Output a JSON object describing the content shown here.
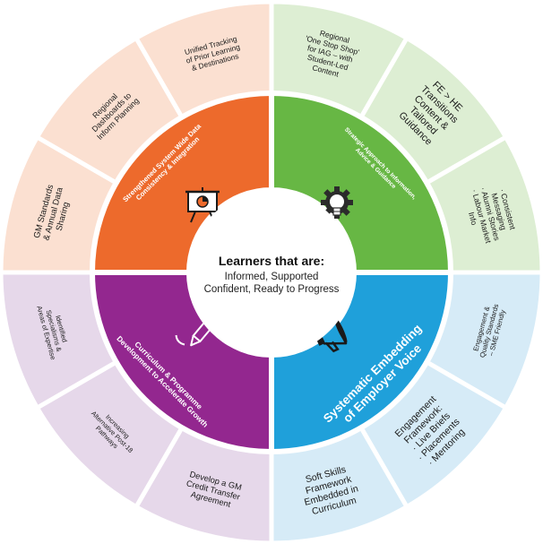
{
  "center": {
    "title": "Learners that are:",
    "lines": [
      "Informed, Supported",
      "Confident, Ready to Progress"
    ]
  },
  "quadrants": [
    {
      "id": "data",
      "title_lines": [
        "Strengthened System Wide Data",
        "Consistency & Integration"
      ],
      "icon": "presentation-board-icon",
      "color": "#ed6a2c",
      "outer_color": "#fbe0d1",
      "items": [
        {
          "lines": [
            "GM Standards",
            "& Annual Data",
            "Sharing"
          ]
        },
        {
          "lines": [
            "Regional",
            "Dashboards to",
            "Inform Planning"
          ]
        },
        {
          "lines": [
            "Unified Tracking",
            "of Prior Learning",
            "& Destinations"
          ]
        }
      ]
    },
    {
      "id": "iag",
      "title_lines": [
        "Strategic Approach to Information,",
        "Advice & Guidance"
      ],
      "icon": "gear-lightbulb-icon",
      "color": "#67b744",
      "outer_color": "#ddeed3",
      "items": [
        {
          "lines": [
            "Regional",
            "'One Stop Shop'",
            "for IAG – with",
            "Student-Led",
            "Content"
          ]
        },
        {
          "lines": [
            "FE > HE",
            "Transitions",
            "Content &",
            "Tailored",
            "Guidance"
          ]
        },
        {
          "lines": [
            "· Consistent",
            "Messaging",
            "· Alumni Stories",
            "· Labour Market",
            "Info"
          ]
        }
      ]
    },
    {
      "id": "employer",
      "title_lines": [
        "Systematic Embedding",
        "of Employer Voice"
      ],
      "icon": "megaphone-icon",
      "color": "#1fa0da",
      "outer_color": "#d6ebf7",
      "items": [
        {
          "lines": [
            "Engagement &",
            "Quality Standards",
            "– SME Friendly"
          ]
        },
        {
          "lines": [
            "Engagement",
            "Framework:",
            "· Live Briefs",
            "· Placements",
            "· Mentoring"
          ]
        },
        {
          "lines": [
            "Soft Skills",
            "Framework",
            "Embedded in",
            "Curriculum"
          ]
        }
      ]
    },
    {
      "id": "curriculum",
      "title_lines": [
        "Curriculum & Programme",
        "Development to Accelerate Growth"
      ],
      "icon": "pencil-icon",
      "color": "#93278f",
      "outer_color": "#e6d8ea",
      "items": [
        {
          "lines": [
            "Develop a GM",
            "Credit Transfer",
            "Agreement"
          ]
        },
        {
          "lines": [
            "Increasing",
            "Alternative Post-18",
            "Pathways"
          ]
        },
        {
          "lines": [
            "Identified",
            "Specialisms &",
            "Areas of Expertise"
          ]
        }
      ]
    }
  ]
}
